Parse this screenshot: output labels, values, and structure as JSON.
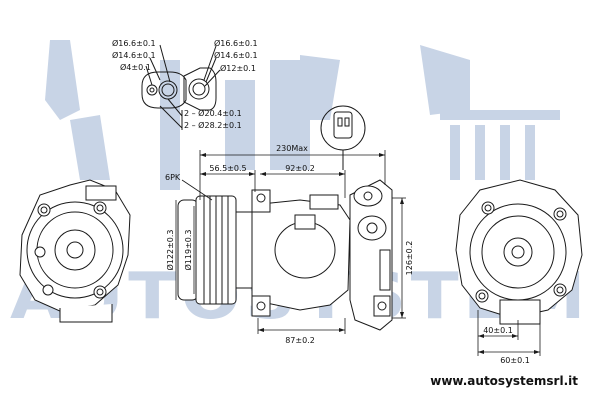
{
  "watermark": {
    "text": "AUTOSYSTEM",
    "color": "#c8d4e6"
  },
  "colors": {
    "line": "#1a1a1a",
    "watermark": "#c8d4e6",
    "fill": "#ffffff"
  },
  "fitting_left": {
    "d1": "Ø16.6±0.1",
    "d2": "Ø14.6±0.1",
    "d3": "Ø4±0.1",
    "h1": "2 – Ø20.4±0.1",
    "h2": "2 – Ø28.2±0.1"
  },
  "fitting_right": {
    "d1": "Ø16.6±0.1",
    "d2": "Ø14.6±0.1",
    "d3": "Ø12±0.1"
  },
  "dimensions": {
    "overall_length": "230Max",
    "pulley_offset": "56.5±0.5",
    "mount_span": "92±0.2",
    "pulley_type": "6PK",
    "pulley_outer": "Ø122±0.3",
    "pulley_inner": "Ø119±0.3",
    "height": "126±0.2",
    "base_span": "87±0.2",
    "rear_a": "40±0.1",
    "rear_b": "60±0.1"
  },
  "website": "www.autosystemsrl.it"
}
